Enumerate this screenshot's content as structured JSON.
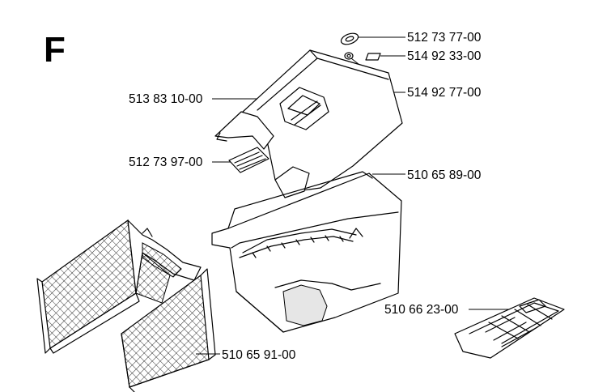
{
  "diagram": {
    "section_letter": "F",
    "parts": [
      {
        "id": "clip",
        "number": "512 73 77-00"
      },
      {
        "id": "plate",
        "number": "514 92 33-00"
      },
      {
        "id": "ring",
        "number": "514 92 77-00"
      },
      {
        "id": "lid",
        "number": "513 83 10-00"
      },
      {
        "id": "pad",
        "number": "512 73 97-00"
      },
      {
        "id": "frame",
        "number": "510 65 89-00"
      },
      {
        "id": "deflector",
        "number": "510 66 23-00"
      },
      {
        "id": "bag",
        "number": "510 65 91-00"
      }
    ]
  }
}
